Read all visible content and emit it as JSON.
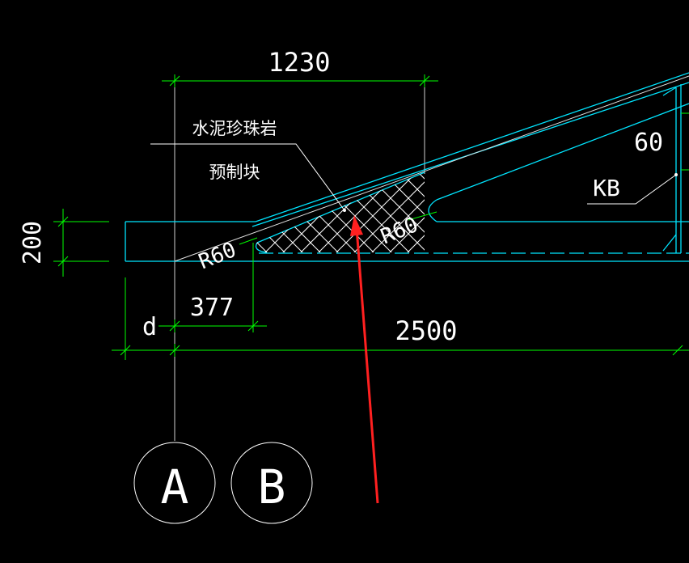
{
  "colors": {
    "background": "#000000",
    "outline": "#00e5ff",
    "dimension": "#00ff00",
    "text": "#ffffff",
    "hatch": "#ffffff",
    "arrow": "#ff2020"
  },
  "dimensions": {
    "top": "1230",
    "left_vertical": "200",
    "bottom_offset_label": "d",
    "bottom_short": "377",
    "bottom_total": "2500",
    "right_vertical": "60"
  },
  "labels": {
    "material_line1": "水泥珍珠岩",
    "material_line2": "预制块",
    "radius_left": "R60",
    "radius_right": "R60",
    "kb": "KB"
  },
  "axes": {
    "axis_a": "A",
    "axis_b": "B"
  }
}
